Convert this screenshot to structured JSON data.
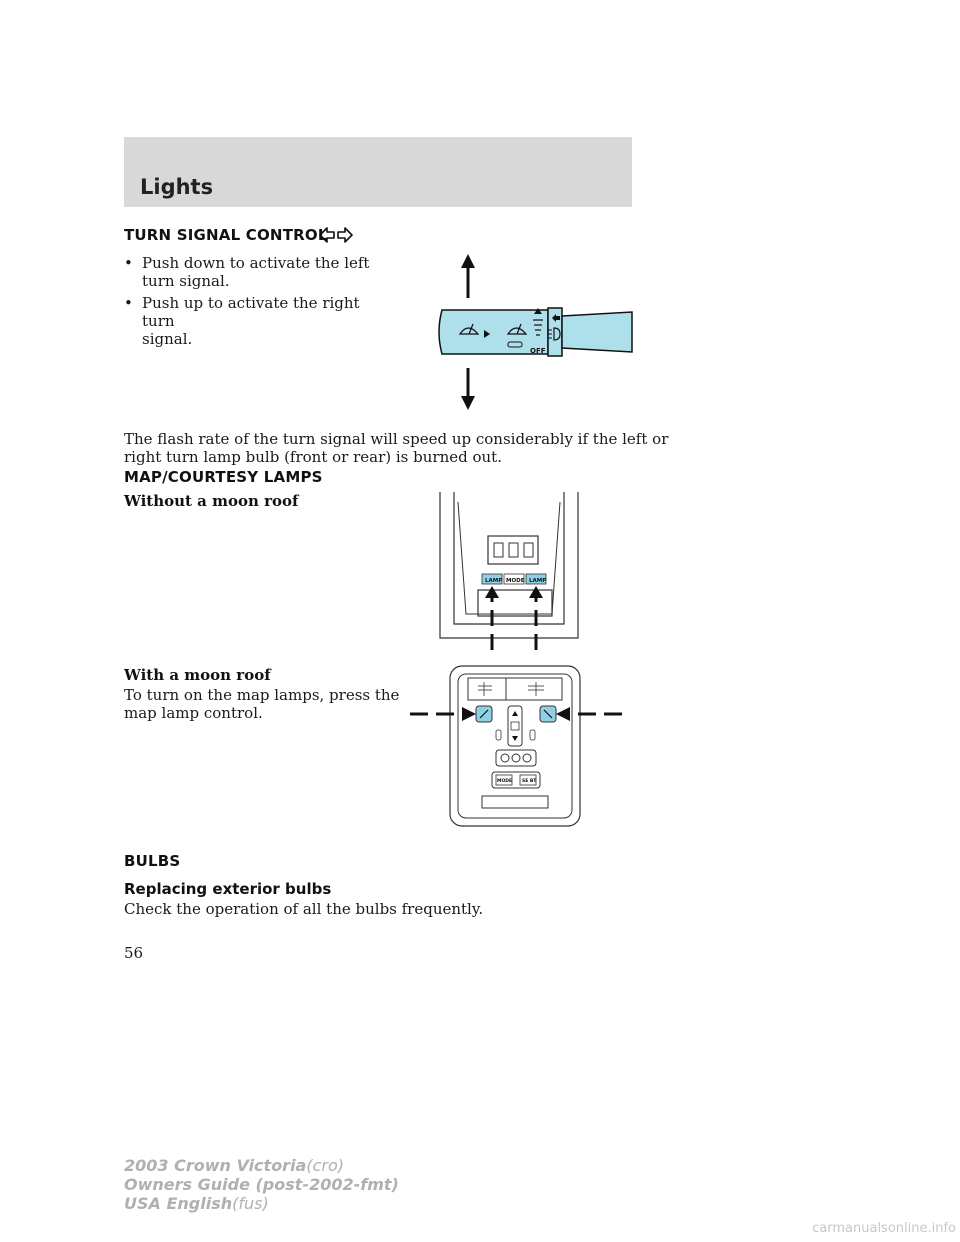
{
  "header": {
    "title": "Lights"
  },
  "turn_signal": {
    "heading": "TURN SIGNAL CONTROL",
    "bullets": [
      {
        "line1": "Push down to activate the left",
        "line2": "turn signal."
      },
      {
        "line1": "Push up to activate the right turn",
        "line2": "signal."
      }
    ],
    "bullet_char": "•",
    "note_line1": "The flash rate of the turn signal will speed up considerably if the left or",
    "note_line2": "right turn lamp bulb (front or rear) is burned out.",
    "stalk_off_label": "OFF"
  },
  "map_lamps": {
    "heading": "MAP/COURTESY LAMPS",
    "without_moonroof": "Without a moon roof",
    "console_labels": {
      "left": "LAMP",
      "center": "MODE",
      "right": "LAMP"
    },
    "with_moonroof": "With a moon roof",
    "instruction_line1": "To turn on the map lamps, press the",
    "instruction_line2": "map lamp control.",
    "moonroof_labels": {
      "mode": "MODE",
      "right": "SE BT"
    }
  },
  "bulbs": {
    "heading": "BULBS",
    "subheading": "Replacing exterior bulbs",
    "text": "Check the operation of all the bulbs frequently."
  },
  "page_number": "56",
  "footer": {
    "line1_bold": "2003 Crown Victoria",
    "line1_light": "(cro)",
    "line2_bold": "Owners Guide (post-2002-fmt)",
    "line3_bold": "USA English",
    "line3_light": "(fus)"
  },
  "watermark": "carmanualsonline.info",
  "colors": {
    "header_band": "#d8d8d8",
    "stalk_blue": "#aee0ec",
    "button_blue": "#8fd0e6"
  }
}
